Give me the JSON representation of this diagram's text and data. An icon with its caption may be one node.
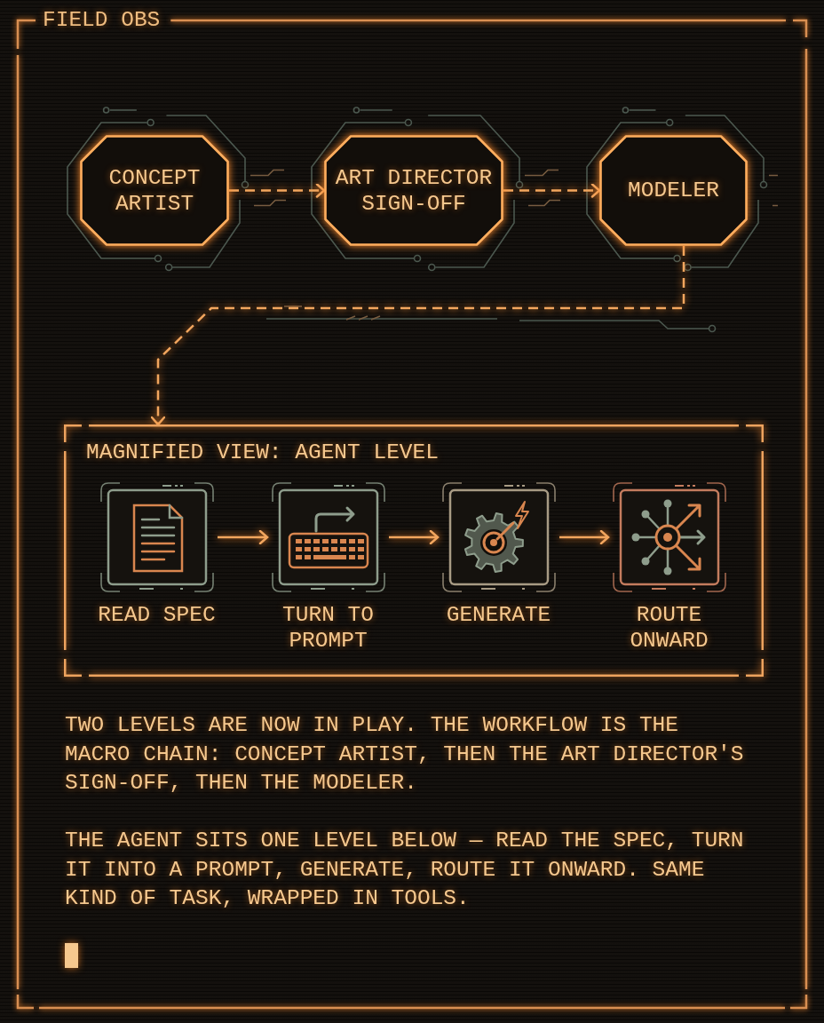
{
  "diagram": {
    "title": "FIELD OBS",
    "nodes": [
      {
        "text": [
          "CONCEPT ARTIST"
        ]
      },
      {
        "text": [
          "ART DIRECTOR SIGN-OFF"
        ]
      },
      {
        "text": [
          "MODELER"
        ]
      },
      {
        "text": [
          "MAGNIFIED VIEW: AGENT LEVEL"
        ]
      },
      {
        "text": [
          "READ SPEC"
        ],
        "in": 3
      },
      {
        "text": [
          "TURN TO PROMPT"
        ],
        "in": 3
      },
      {
        "text": [
          "GENERATE"
        ],
        "in": 3
      },
      {
        "text": [
          "ROUTE ONWARD"
        ],
        "in": 3
      }
    ],
    "edges": [
      {
        "from": 0,
        "to": 1,
        "arrow": "to",
        "style": "dashed"
      },
      {
        "from": 1,
        "to": 2,
        "arrow": "to",
        "style": "dashed"
      },
      {
        "from": 2,
        "to": 3,
        "arrow": "to",
        "style": "dashed"
      },
      {
        "from": 4,
        "to": 5,
        "arrow": "to"
      },
      {
        "from": 5,
        "to": 6,
        "arrow": "to"
      },
      {
        "from": 6,
        "to": 7,
        "arrow": "to"
      }
    ],
    "labels": [
      "TWO LEVELS ARE NOW IN PLAY. THE WORKFLOW IS THE MACRO CHAIN: CONCEPT ARTIST, THEN THE ART DIRECTOR'S SIGN-OFF, THEN THE MODELER.",
      "THE AGENT SITS ONE LEVEL BELOW — READ THE SPEC, TURN IT INTO A PROMPT, GENERATE, ROUTE IT ONWARD. SAME KIND OF TASK, WRAPPED IN TOOLS."
    ]
  }
}
